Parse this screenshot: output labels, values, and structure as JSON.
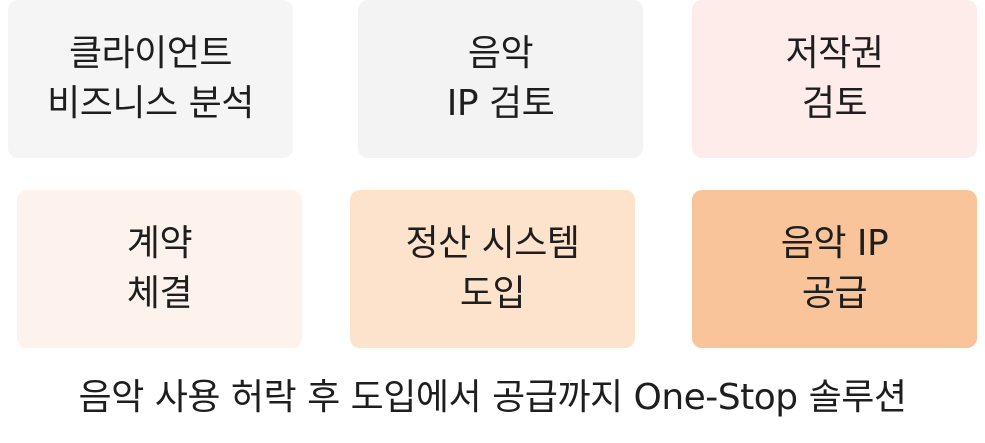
{
  "cards": [
    {
      "lines": [
        "클라이언트",
        "비즈니스 분석"
      ],
      "bg": "#f5f5f5"
    },
    {
      "lines": [
        "음악",
        "IP 검토"
      ],
      "bg": "#f3f3f3"
    },
    {
      "lines": [
        "저작권",
        "검토"
      ],
      "bg": "#fdecea"
    },
    {
      "lines": [
        "계약",
        "체결"
      ],
      "bg": "#fdf3ec"
    },
    {
      "lines": [
        "정산 시스템",
        "도입"
      ],
      "bg": "#fde2cc"
    },
    {
      "lines": [
        "음악 IP",
        "공급"
      ],
      "bg": "#f9c49a"
    }
  ],
  "caption": "음악 사용 허락 후 도입에서 공급까지 One-Stop 솔루션"
}
